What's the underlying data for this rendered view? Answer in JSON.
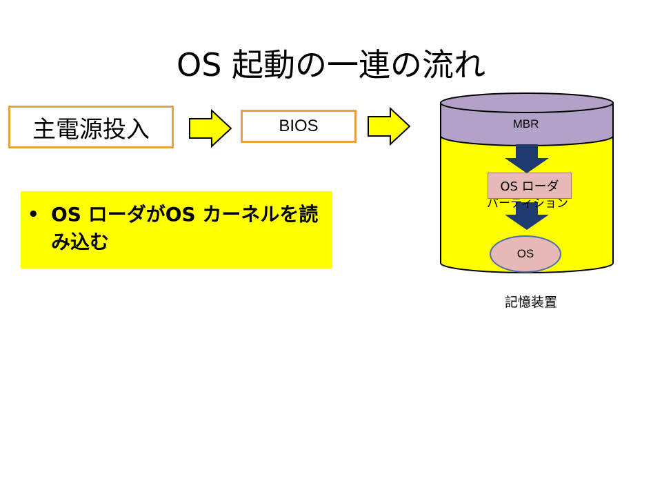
{
  "slide": {
    "title": "OS 起動の一連の流れ",
    "steps": {
      "power_on": "主電源投入",
      "bios": "BIOS"
    },
    "note": {
      "bullet": "•",
      "text": "OS ローダがOS カーネルを読み込む"
    },
    "storage": {
      "mbr": "MBR",
      "partition": "パーティション",
      "loader": "OS ローダ",
      "os": "OS",
      "caption": "記憶装置"
    },
    "colors": {
      "arrow_fill": "#ffff00",
      "box_border": "#e6a23c",
      "note_bg": "#ffff00",
      "mbr_fill": "#b3a2c7",
      "drum_fill": "#ffff00",
      "down_arrow": "#1f3a6e",
      "loader_fill": "#e6b8b8"
    }
  }
}
